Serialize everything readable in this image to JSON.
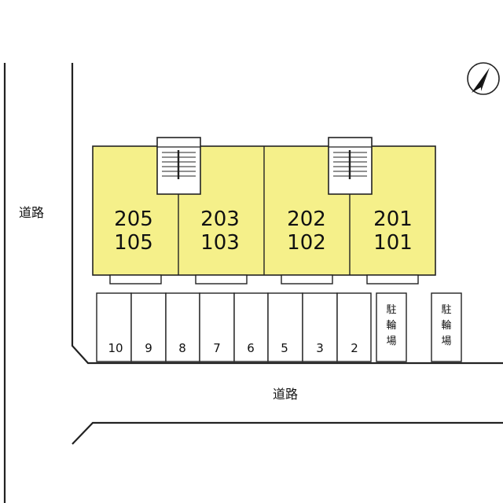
{
  "colors": {
    "building_fill": "#f5f08a",
    "line": "#222222",
    "background": "#ffffff"
  },
  "roads": {
    "west_label": "道路",
    "south_label": "道路"
  },
  "compass": {
    "icon": "north-arrow-icon"
  },
  "units": [
    {
      "upper": "205",
      "lower": "105"
    },
    {
      "upper": "203",
      "lower": "103"
    },
    {
      "upper": "202",
      "lower": "102"
    },
    {
      "upper": "201",
      "lower": "101"
    }
  ],
  "parking_spaces": [
    "10",
    "9",
    "8",
    "7",
    "6",
    "5",
    "3",
    "2"
  ],
  "bicycle_parking": [
    {
      "chars": [
        "駐",
        "輪",
        "場"
      ]
    },
    {
      "chars": [
        "駐",
        "輪",
        "場"
      ]
    }
  ]
}
